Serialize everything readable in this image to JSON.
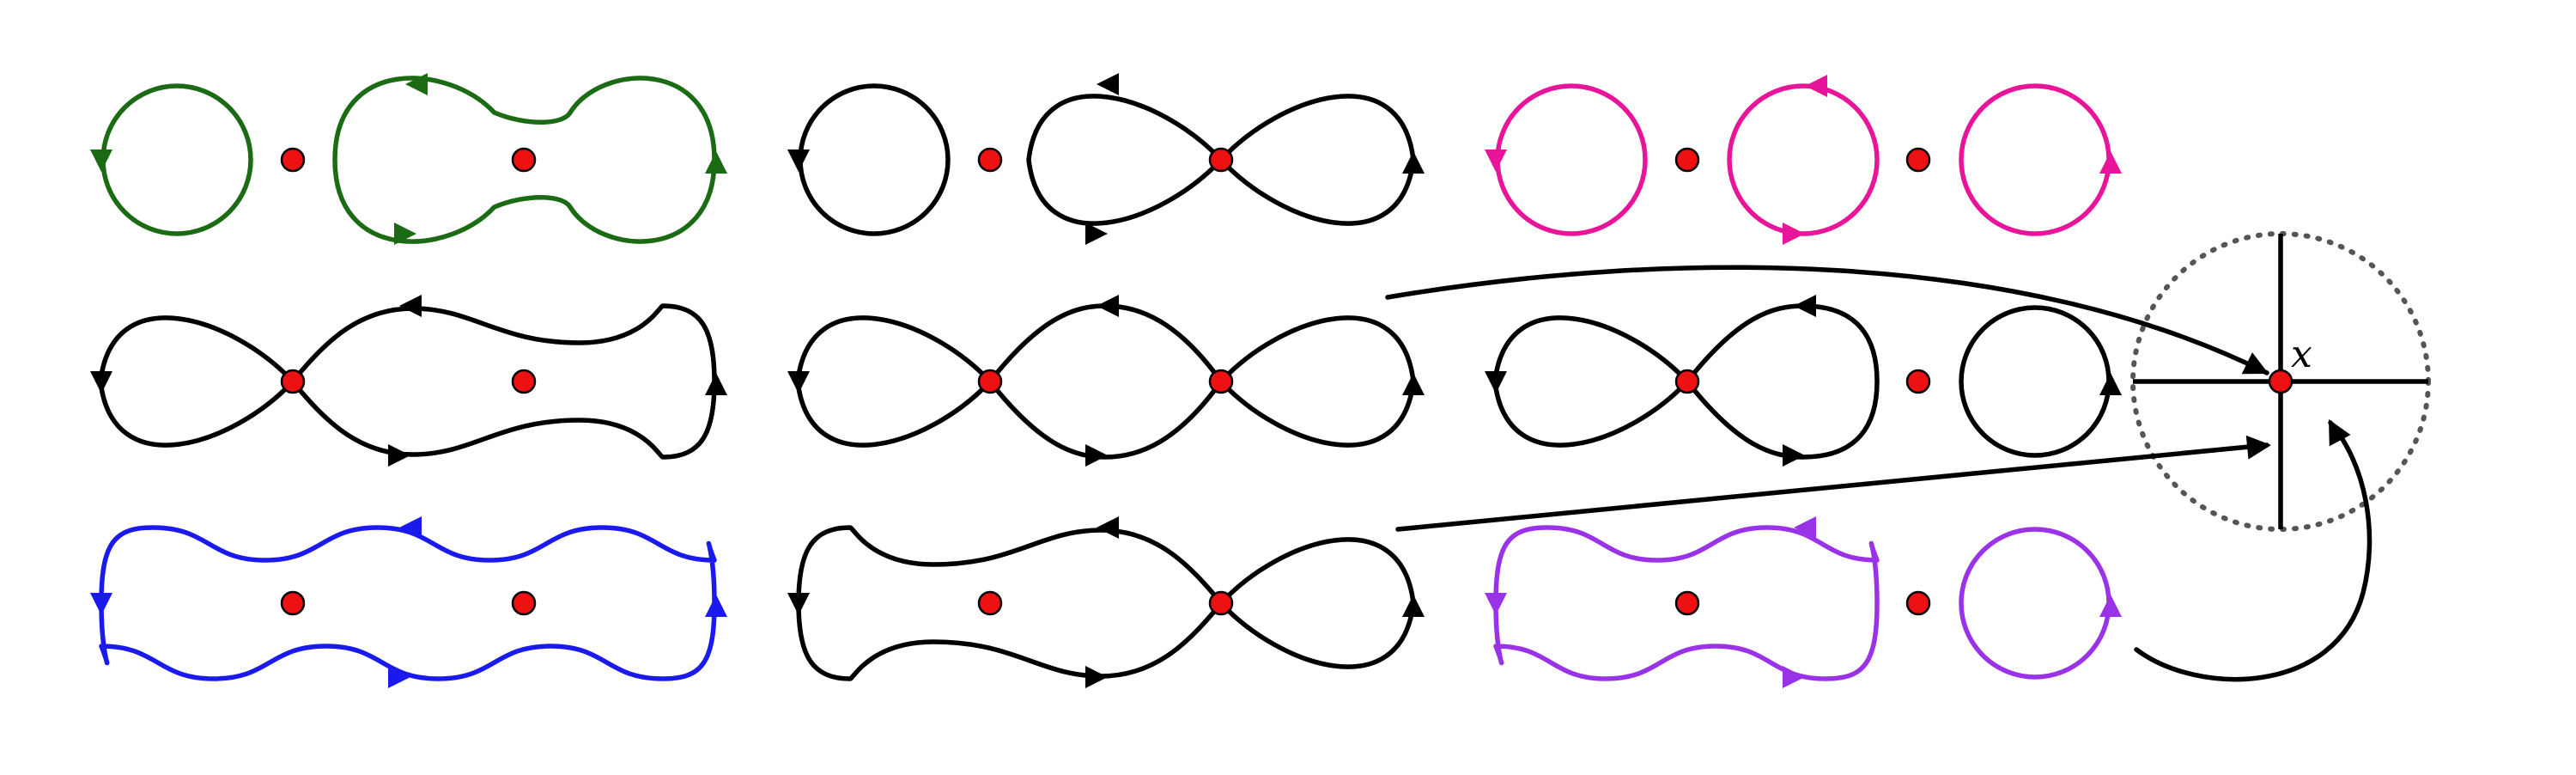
{
  "labels": {
    "crossing_point": "x"
  },
  "colors": {
    "green": "#1a6b14",
    "black": "#000000",
    "magenta": "#e8149a",
    "blue": "#1a1aee",
    "purple": "#9a33e8",
    "point_fill": "#ee1111",
    "point_stroke": "#000000",
    "zoom_circle": "#555555"
  },
  "diagram": {
    "rows": 3,
    "columns": 3,
    "panels": [
      {
        "row": 1,
        "column": 1,
        "color": "green",
        "points": 2,
        "loops": [
          "circle",
          "peanut"
        ]
      },
      {
        "row": 1,
        "column": 2,
        "color": "black",
        "points": 2,
        "loops": [
          "circle",
          "figure-eight"
        ]
      },
      {
        "row": 1,
        "column": 3,
        "color": "magenta",
        "points": 2,
        "loops": [
          "circle",
          "circle",
          "circle"
        ]
      },
      {
        "row": 2,
        "column": 1,
        "color": "black",
        "points": 2,
        "loops": [
          "figure-eight-peanut"
        ]
      },
      {
        "row": 2,
        "column": 2,
        "color": "black",
        "points": 2,
        "loops": [
          "double-figure-eight"
        ]
      },
      {
        "row": 2,
        "column": 3,
        "color": "black",
        "points": 2,
        "loops": [
          "figure-eight",
          "circle"
        ]
      },
      {
        "row": 3,
        "column": 1,
        "color": "blue",
        "points": 2,
        "loops": [
          "double-peanut"
        ]
      },
      {
        "row": 3,
        "column": 2,
        "color": "black",
        "points": 2,
        "loops": [
          "peanut-figure-eight"
        ]
      },
      {
        "row": 3,
        "column": 3,
        "color": "purple",
        "points": 2,
        "loops": [
          "peanut",
          "circle"
        ]
      }
    ],
    "zoom_inset": {
      "branches": 4,
      "boundary": "dotted-circle",
      "pointer_arrows": 3
    }
  }
}
